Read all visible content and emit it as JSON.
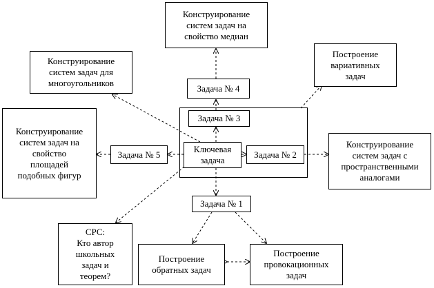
{
  "nodes": {
    "mediany": "Конструирование\nсистем задач на\nсвойство медиан",
    "mnogougolniki": "Конструирование\nсистем задач для\nмногоугольников",
    "variativnye": "Построение\nвариативных\nзадач",
    "zadacha4": "Задача № 4",
    "zadacha3": "Задача № 3",
    "ploshchadi": "Конструирование\nсистем задач на\nсвойство\nплощадей\nподобных фигур",
    "zadacha5": "Задача № 5",
    "klyuchevaya": "Ключевая\nзадача",
    "zadacha2": "Задача № 2",
    "prostranstvennye": "Конструирование\nсистем задач с\nпространственными\nаналогами",
    "zadacha1": "Задача № 1",
    "src": "СРС:\nКто автор\nшкольных\nзадач и\nтеорем?",
    "obratnye": "Построение\nобратных задач",
    "provokacionnye": "Построение\nпровокационных\nзадач"
  }
}
